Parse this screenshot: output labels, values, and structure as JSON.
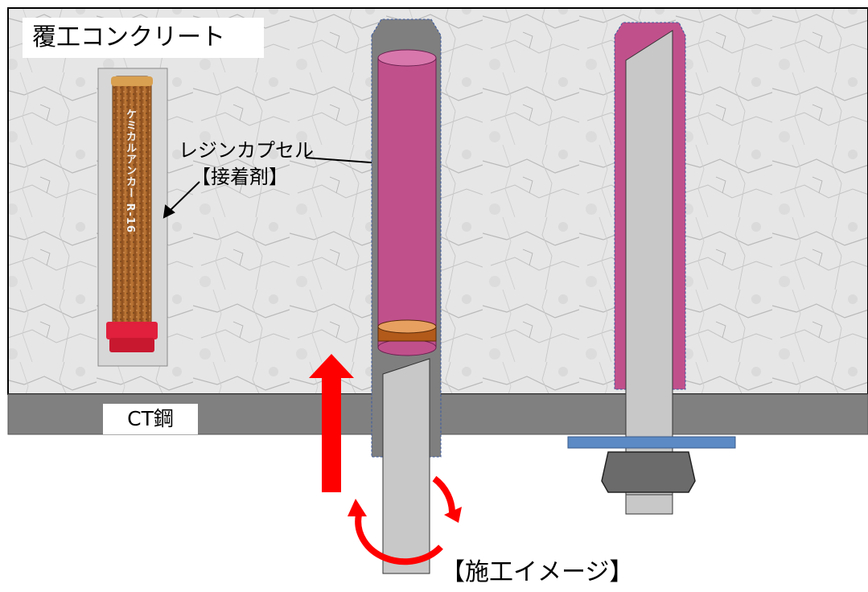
{
  "labels": {
    "concrete": "覆工コンクリート",
    "resin_capsule": "レジンカプセル",
    "adhesive": "【接着剤】",
    "ct_steel": "CT鋼",
    "caption": "【施工イメージ】",
    "capsule_print": "ケミカルアンカー R-16"
  },
  "colors": {
    "concrete": "#e3e3e3",
    "steel_beam": "#808080",
    "hole": "#7f7f7f",
    "resin": "#c0508c",
    "bolt": "#c8c8c8",
    "washer": "#5b8ac4",
    "nut": "#6b6b6b",
    "arrow": "#ff0000",
    "capsule_body": "#a8642a",
    "capsule_cap": "#e0203c"
  }
}
